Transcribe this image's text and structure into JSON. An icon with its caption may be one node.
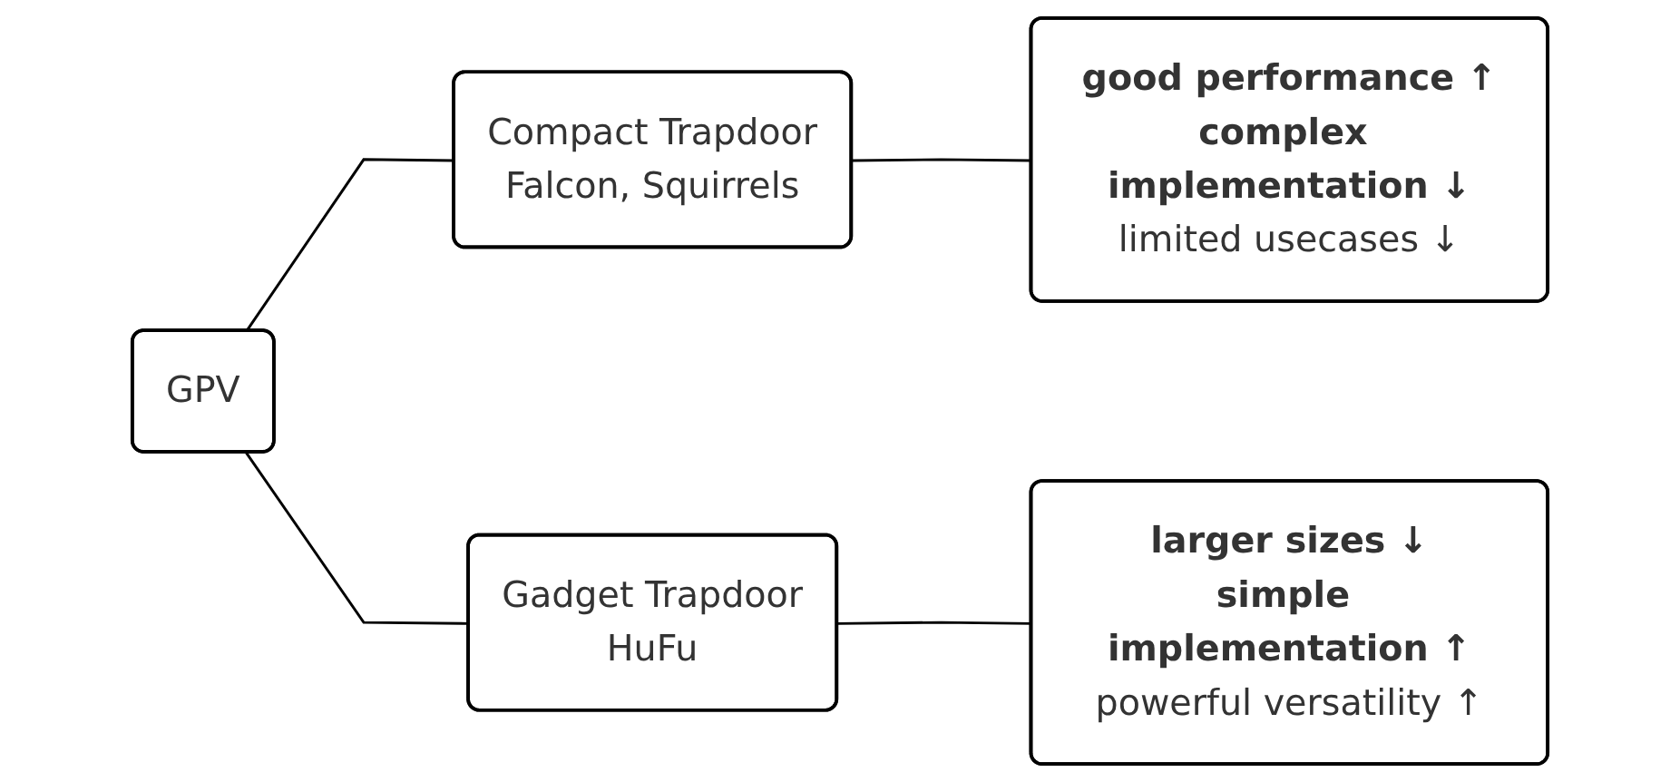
{
  "diagram": {
    "nodes": [
      {
        "text": [
          "GPV"
        ]
      },
      {
        "text": [
          "Compact Trapdoor",
          "Falcon, Squirrels"
        ]
      },
      {
        "text": [
          "good performance ↑",
          "complex implementation ↓",
          "limited usecases ↓"
        ]
      },
      {
        "text": [
          "Gadget Trapdoor",
          "HuFu"
        ]
      },
      {
        "text": [
          "larger sizes ↓",
          "simple implementation ↑",
          "powerful versatility ↑"
        ]
      }
    ],
    "edges": [
      {
        "from": 0,
        "to": 1,
        "arrow": "none"
      },
      {
        "from": 0,
        "to": 3,
        "arrow": "none"
      },
      {
        "from": 1,
        "to": 2,
        "arrow": "none"
      },
      {
        "from": 3,
        "to": 4,
        "arrow": "none"
      }
    ]
  }
}
